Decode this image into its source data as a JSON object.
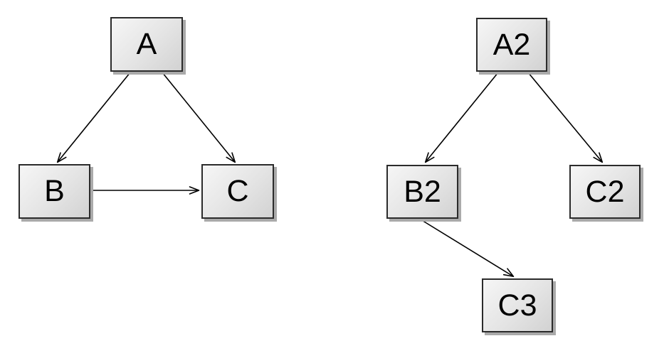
{
  "diagram": {
    "background_color": "#ffffff",
    "left_graph": {
      "nodes": [
        {
          "id": "A",
          "label": "A"
        },
        {
          "id": "B",
          "label": "B"
        },
        {
          "id": "C",
          "label": "C"
        }
      ],
      "edges": [
        {
          "from": "A",
          "to": "B"
        },
        {
          "from": "A",
          "to": "C"
        },
        {
          "from": "B",
          "to": "C"
        }
      ]
    },
    "right_graph": {
      "nodes": [
        {
          "id": "A2",
          "label": "A2"
        },
        {
          "id": "B2",
          "label": "B2"
        },
        {
          "id": "C2",
          "label": "C2"
        },
        {
          "id": "C3",
          "label": "C3"
        }
      ],
      "edges": [
        {
          "from": "A2",
          "to": "B2"
        },
        {
          "from": "A2",
          "to": "C2"
        },
        {
          "from": "B2",
          "to": "C3"
        }
      ]
    },
    "colors": {
      "node_fill_top": "#f6f6f6",
      "node_fill_bottom": "#d2d2d2",
      "node_border": "#2b2b2b",
      "node_shadow": "#aaaaaa",
      "edge_stroke": "#000000",
      "text": "#000000"
    }
  }
}
